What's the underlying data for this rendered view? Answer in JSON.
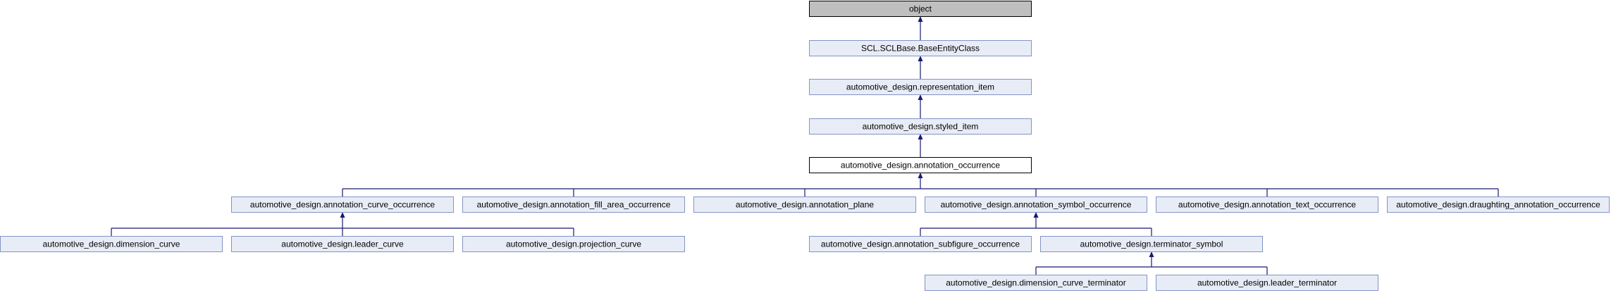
{
  "diagram": {
    "nodes": [
      {
        "id": "object",
        "label": "object"
      },
      {
        "id": "base",
        "label": "SCL.SCLBase.BaseEntityClass"
      },
      {
        "id": "rep",
        "label": "automotive_design.representation_item"
      },
      {
        "id": "styled",
        "label": "automotive_design.styled_item"
      },
      {
        "id": "annot",
        "label": "automotive_design.annotation_occurrence"
      },
      {
        "id": "curve_occ",
        "label": "automotive_design.annotation_curve_occurrence"
      },
      {
        "id": "fill_area",
        "label": "automotive_design.annotation_fill_area_occurrence"
      },
      {
        "id": "plane",
        "label": "automotive_design.annotation_plane"
      },
      {
        "id": "symbol_occ",
        "label": "automotive_design.annotation_symbol_occurrence"
      },
      {
        "id": "text_occ",
        "label": "automotive_design.annotation_text_occurrence"
      },
      {
        "id": "draughting",
        "label": "automotive_design.draughting_annotation_occurrence"
      },
      {
        "id": "dim_curve",
        "label": "automotive_design.dimension_curve"
      },
      {
        "id": "leader_curve",
        "label": "automotive_design.leader_curve"
      },
      {
        "id": "proj_curve",
        "label": "automotive_design.projection_curve"
      },
      {
        "id": "subfigure",
        "label": "automotive_design.annotation_subfigure_occurrence"
      },
      {
        "id": "term_symbol",
        "label": "automotive_design.terminator_symbol"
      },
      {
        "id": "dim_term",
        "label": "automotive_design.dimension_curve_terminator"
      },
      {
        "id": "leader_term",
        "label": "automotive_design.leader_terminator"
      }
    ]
  }
}
